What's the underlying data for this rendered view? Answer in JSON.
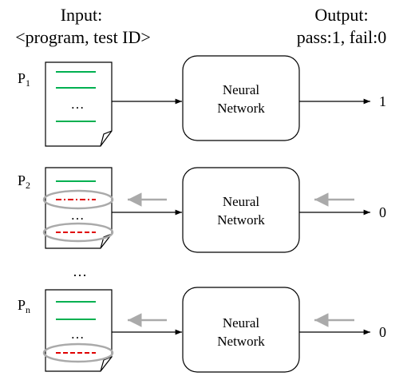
{
  "header": {
    "input_title": "Input:",
    "input_subtitle": "<program, test ID>",
    "output_title": "Output:",
    "output_subtitle": "pass:1, fail:0"
  },
  "rows": [
    {
      "program_label": "P",
      "program_sub": "1",
      "ellipsis": "…",
      "nn_line1": "Neural",
      "nn_line2": "Network",
      "output": "1"
    },
    {
      "program_label": "P",
      "program_sub": "2",
      "ellipsis": "…",
      "nn_line1": "Neural",
      "nn_line2": "Network",
      "output": "0"
    },
    {
      "program_label": "P",
      "program_sub": "n",
      "ellipsis": "…",
      "nn_line1": "Neural",
      "nn_line2": "Network",
      "output": "0"
    }
  ],
  "between_ellipsis": "…",
  "colors": {
    "pass_line": "#00b050",
    "fail_line": "#e00000",
    "highlight_ellipse": "#aaaaaa",
    "feedback_arrow": "#aaaaaa",
    "ink": "#000000"
  }
}
